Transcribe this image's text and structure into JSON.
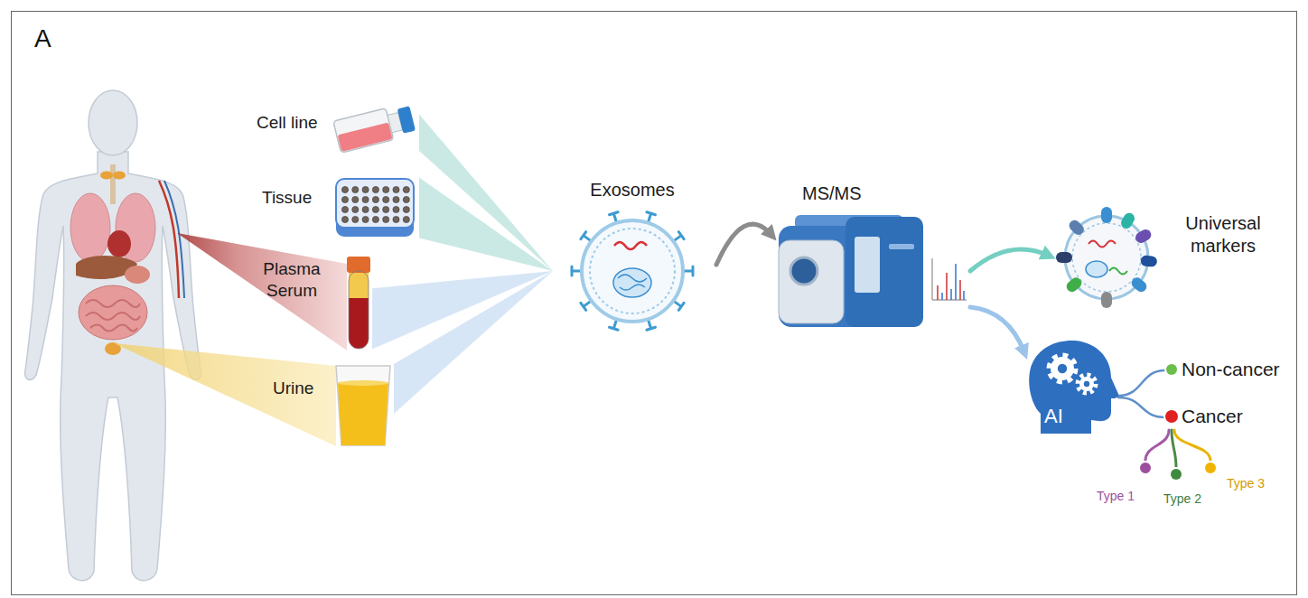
{
  "diagram": {
    "nodes": [
      {
        "text": [
          "Cell line"
        ]
      },
      {
        "text": [
          "Tissue"
        ]
      },
      {
        "text": [
          "Plasma Serum"
        ]
      },
      {
        "text": [
          "Urine"
        ]
      },
      {
        "text": [
          "Exosomes"
        ]
      },
      {
        "text": [
          "MS/MS"
        ]
      },
      {
        "text": [
          "Universal markers"
        ]
      },
      {
        "text": [
          "AI"
        ]
      },
      {
        "text": [
          "Non-cancer"
        ]
      },
      {
        "text": [
          "Cancer"
        ]
      },
      {
        "text": [
          "Type 1"
        ]
      },
      {
        "text": [
          "Type 2"
        ]
      },
      {
        "text": [
          "Type 3"
        ]
      }
    ],
    "edges": [
      {
        "from": 0,
        "to": 4,
        "arrow": "none"
      },
      {
        "from": 1,
        "to": 4,
        "arrow": "none"
      },
      {
        "from": 2,
        "to": 4,
        "arrow": "none"
      },
      {
        "from": 3,
        "to": 4,
        "arrow": "none"
      },
      {
        "from": 4,
        "to": 5,
        "arrow": "to"
      },
      {
        "from": 5,
        "to": 6,
        "arrow": "to"
      },
      {
        "from": 5,
        "to": 7,
        "arrow": "to"
      },
      {
        "from": 7,
        "to": 8,
        "arrow": "none"
      },
      {
        "from": 7,
        "to": 9,
        "arrow": "none"
      },
      {
        "from": 9,
        "to": 10,
        "arrow": "none"
      },
      {
        "from": 9,
        "to": 11,
        "arrow": "none"
      },
      {
        "from": 9,
        "to": 12,
        "arrow": "none"
      }
    ],
    "labels": [
      "A"
    ]
  }
}
